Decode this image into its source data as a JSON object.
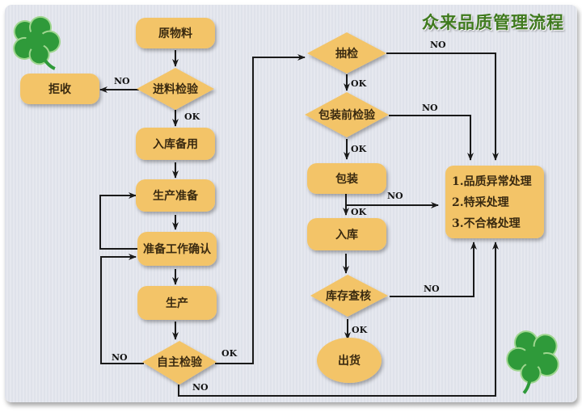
{
  "title": "众来品质管理流程",
  "colors": {
    "node": "#f3c468",
    "line": "#1a1a1a",
    "title": "#3f7a1e",
    "clover": "#2f9a3a"
  },
  "nodes": {
    "raw_material": "原物料",
    "incoming_inspection": "进料检验",
    "reject": "拒收",
    "stock_in_standby": "入库备用",
    "production_prep": "生产准备",
    "prep_work_confirm": "准备工作确认",
    "production": "生产",
    "self_inspection": "自主检验",
    "sampling_inspection": "抽检",
    "pre_packing_inspection": "包装前检验",
    "packing": "包装",
    "warehousing": "入库",
    "inventory_check": "库存查核",
    "shipment": "出货",
    "handling": [
      "1.品质异常处理",
      "2.特采处理",
      "3.不合格处理"
    ]
  },
  "edge_labels": {
    "ok": "OK",
    "no": "NO"
  }
}
